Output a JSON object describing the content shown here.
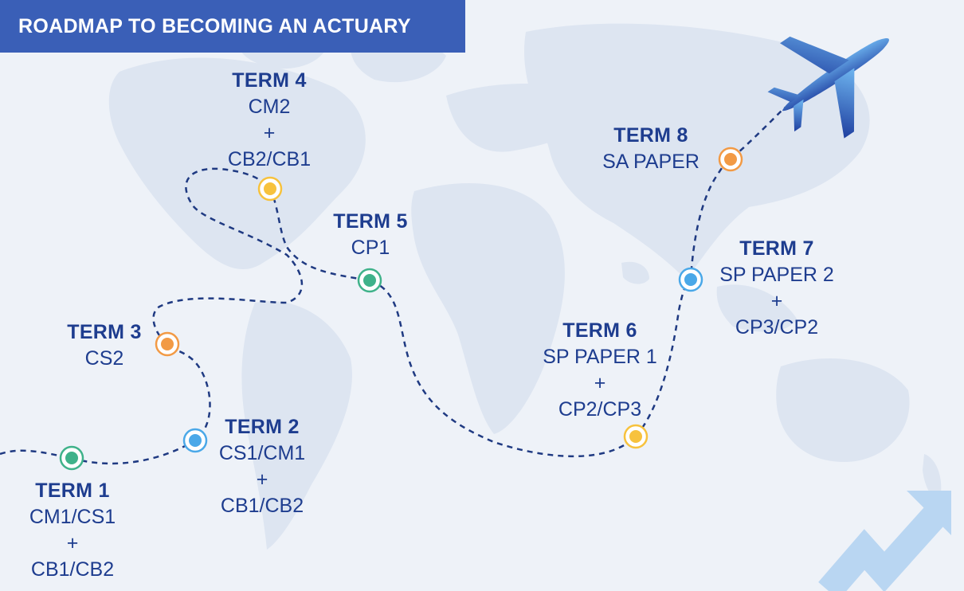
{
  "title": "ROADMAP TO BECOMING AN ACTUARY",
  "colors": {
    "title_bg": "#3a5fb7",
    "text": "#1e3d8f",
    "path": "#1f3a82",
    "background": "#eef2f8",
    "landmass": "#dde5f1",
    "plane": "#3f7ee0",
    "arrow": "#b9d6f2"
  },
  "icons": {
    "plane": "airplane-icon",
    "trend": "trend-arrow-icon",
    "map": "world-map"
  },
  "terms": [
    {
      "title": "TERM 1",
      "lines": [
        "CM1/CS1",
        "+",
        "CB1/CB2"
      ],
      "color": "#3fb28a"
    },
    {
      "title": "TERM 2",
      "lines": [
        "CS1/CM1",
        "+",
        "CB1/CB2"
      ],
      "color": "#4aa8e8"
    },
    {
      "title": "TERM 3",
      "lines": [
        "CS2"
      ],
      "color": "#f29a45"
    },
    {
      "title": "TERM 4",
      "lines": [
        "CM2",
        "+",
        "CB2/CB1"
      ],
      "color": "#f7c23d"
    },
    {
      "title": "TERM 5",
      "lines": [
        "CP1"
      ],
      "color": "#3fb28a"
    },
    {
      "title": "TERM 6",
      "lines": [
        "SP PAPER 1",
        "+",
        "CP2/CP3"
      ],
      "color": "#f7c23d"
    },
    {
      "title": "TERM 7",
      "lines": [
        "SP PAPER 2",
        "+",
        "CP3/CP2"
      ],
      "color": "#4aa8e8"
    },
    {
      "title": "TERM 8",
      "lines": [
        "SA PAPER"
      ],
      "color": "#f29a45"
    }
  ]
}
